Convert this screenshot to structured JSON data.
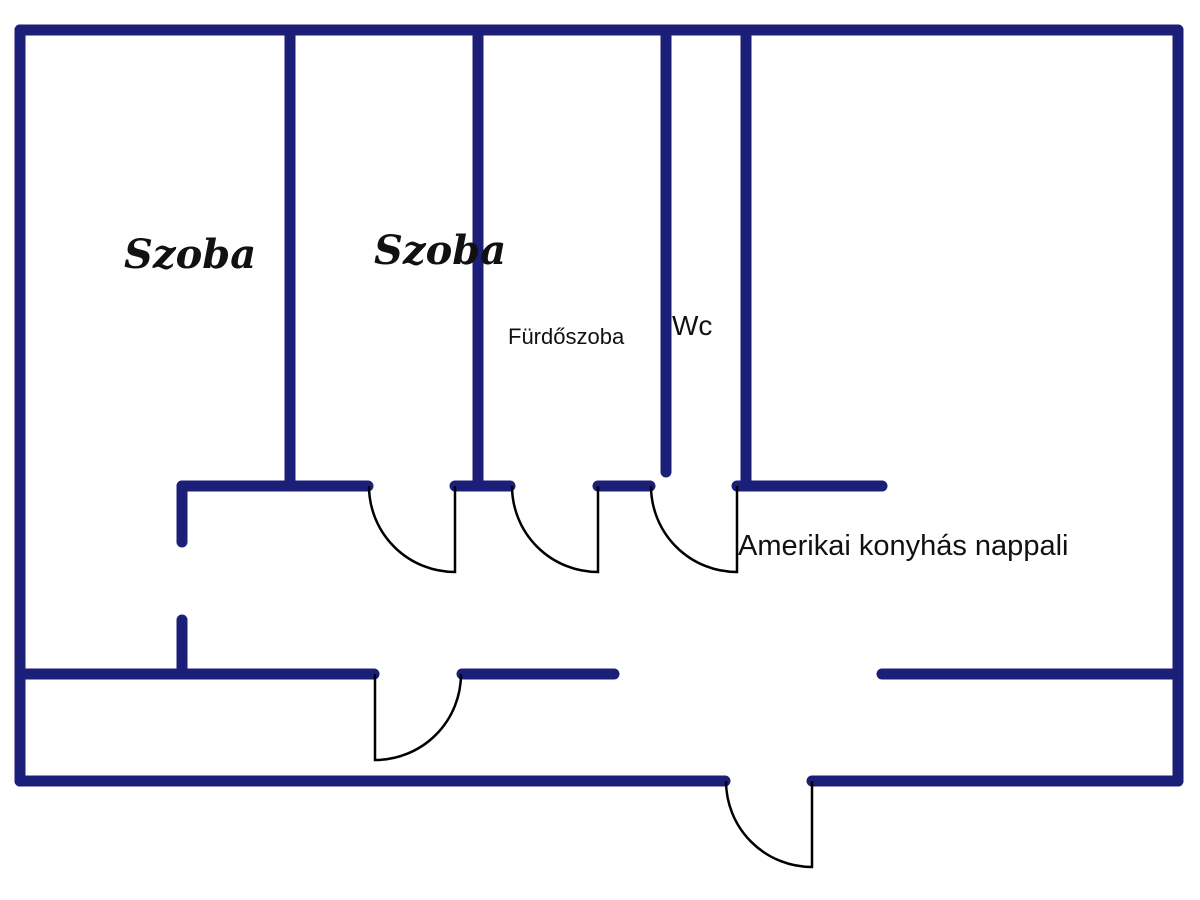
{
  "plan": {
    "rooms": {
      "room_left": "Szoba",
      "room_second": "Szoba",
      "bathroom": "Fürdőszoba",
      "wc": "Wc",
      "living": "Amerikai konyhás nappali"
    },
    "colors": {
      "wall": "#1c1f78",
      "door": "#000000",
      "background": "#ffffff"
    }
  }
}
